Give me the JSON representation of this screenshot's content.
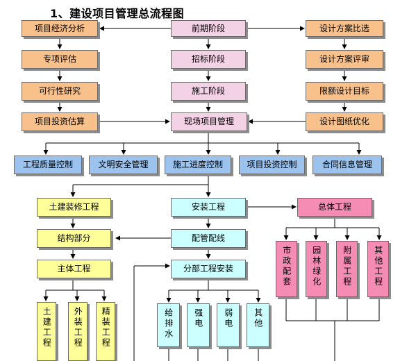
{
  "title": "1、建设项目管理总流程图",
  "left_col": [
    "项目经济分析",
    "专项评估",
    "可行性研究",
    "项目投资估算"
  ],
  "mid_col": [
    "前期阶段",
    "招标阶段",
    "施工阶段",
    "现场项目管理"
  ],
  "right_col": [
    "设计方案比选",
    "设计方案评审",
    "限额设计目标",
    "设计图纸优化"
  ],
  "controls": [
    "工程质量控制",
    "文明安全管理",
    "施工进度控制",
    "项目投资控制",
    "合同信息管理"
  ],
  "civil": {
    "root": "土建装修工程",
    "structure": "结构部分",
    "main": "主体工程",
    "leaves": [
      "土建工程",
      "外装工程",
      "精装工程"
    ]
  },
  "install": {
    "root": "安装工程",
    "piping": "配管配线",
    "sub": "分部工程安装",
    "leaves": [
      "给排水",
      "强电",
      "弱电",
      "其他"
    ]
  },
  "overall": {
    "root": "总体工程",
    "leaves": [
      "市政配套",
      "园林绿化",
      "附属工程",
      "其他工程"
    ]
  }
}
